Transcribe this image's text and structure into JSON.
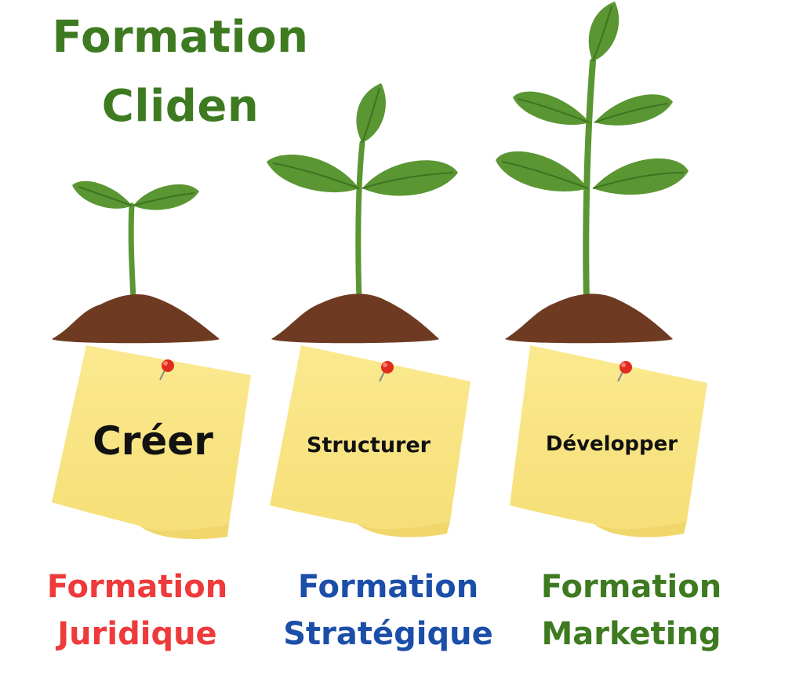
{
  "header": {
    "title_line1": "Formation",
    "title_line2": "Cliden"
  },
  "stages": [
    {
      "note_label": "Créer",
      "caption_line1": "Formation",
      "caption_line2": "Juridique",
      "caption_color": "#ee3a3a"
    },
    {
      "note_label": "Structurer",
      "caption_line1": "Formation",
      "caption_line2": "Stratégique",
      "caption_color": "#1b4ea8"
    },
    {
      "note_label": "Développer",
      "caption_line1": "Formation",
      "caption_line2": "Marketing",
      "caption_color": "#3d7a20"
    }
  ],
  "colors": {
    "title_green": "#3d7a20",
    "leaf_green": "#5a9632",
    "soil_brown": "#6e3b22",
    "note_yellow": "#f9e586",
    "pin_red": "#e02b1f"
  },
  "icons": [
    "seedling-icon",
    "sprout-icon",
    "plant-icon",
    "sticky-note-icon",
    "pushpin-icon"
  ]
}
